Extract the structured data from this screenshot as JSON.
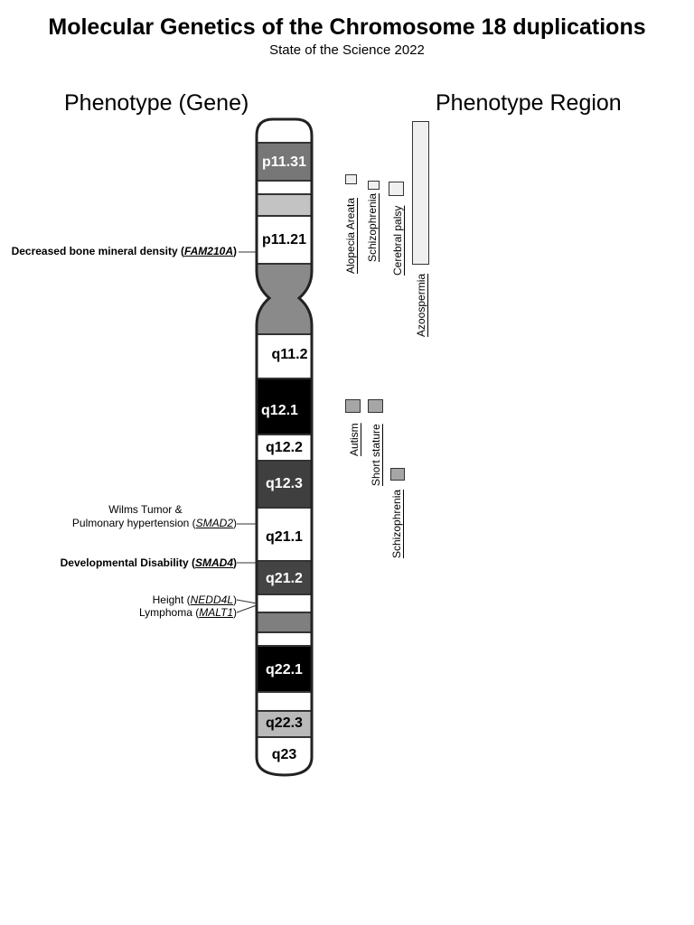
{
  "title": "Molecular Genetics of the Chromosome 18 duplications",
  "subtitle": "State of the Science 2022",
  "left_heading": "Phenotype (Gene)",
  "right_heading": "Phenotype Region",
  "bands": {
    "p11_31": "p11.31",
    "p11_21": "p11.21",
    "q11_2": "q11.2",
    "q12_1": "q12.1",
    "q12_2": "q12.2",
    "q12_3": "q12.3",
    "q21_1": "q21.1",
    "q21_2": "q21.2",
    "q22_1": "q22.1",
    "q22_3": "q22.3",
    "q23": "q23"
  },
  "gene_phenotypes": [
    {
      "text": "Decreased bone mineral density (",
      "gene": "FAM210A",
      "close": ")"
    },
    {
      "text1": "Wilms Tumor &",
      "text2": "Pulmonary hypertension (",
      "gene": "SMAD2",
      "close": ")"
    },
    {
      "text": "Developmental Disability (",
      "gene": "SMAD4",
      "close": ")"
    },
    {
      "text": "Height (",
      "gene": "NEDD4L",
      "close": ")"
    },
    {
      "text": "Lymphoma (",
      "gene": "MALT1",
      "close": ")"
    }
  ],
  "regions": [
    "Alopecia Areata",
    "Schizophrenia",
    "Cerebral palsy",
    "Azoospermia",
    "Autism",
    "Short stature",
    "Schizophrenia"
  ],
  "colors": {
    "light_box": "#efefef",
    "gray_box": "#a6a6a6"
  }
}
